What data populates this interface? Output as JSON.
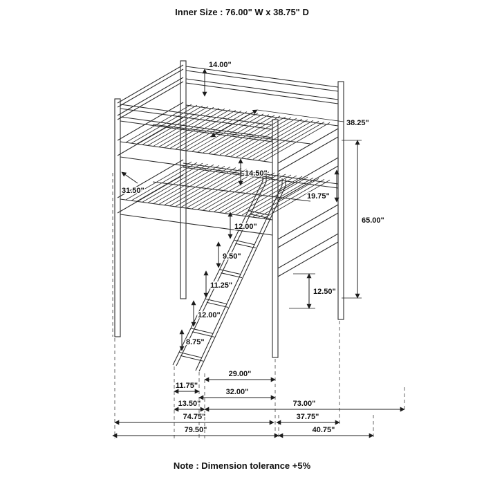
{
  "header": {
    "title": "Inner Size : 76.00\" W x  38.75\" D"
  },
  "footer": {
    "note": "Note : Dimension tolerance +5%"
  },
  "dimensions": {
    "rail_height": "14.00\"",
    "inner_depth": "38.25\"",
    "post_height": "31.50\"",
    "guard_height": "14.50\"",
    "bunk_gap": "19.75\"",
    "overall_height": "65.00\"",
    "step_1": "12.00\"",
    "step_2": "9.50\"",
    "step_3": "11.25\"",
    "step_4": "12.00\"",
    "step_5": "8.75\"",
    "footboard_height": "12.50\"",
    "ladder_span": "29.00\"",
    "offset_a": "11.75\"",
    "ladder_base": "32.00\"",
    "offset_b": "13.50\"",
    "inner_width": "73.00\"",
    "width_a": "74.75\"",
    "depth_a": "37.75\"",
    "width_b": "79.50\"",
    "depth_b": "40.75\""
  }
}
